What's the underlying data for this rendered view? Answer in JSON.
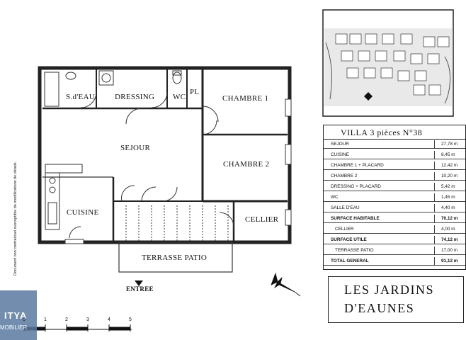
{
  "rooms": {
    "sde": "S.d'EAU",
    "dressing": "DRESSING",
    "wc": "WC",
    "pl": "PL",
    "chambre1": "CHAMBRE 1",
    "sejour": "SEJOUR",
    "chambre2": "CHAMBRE 2",
    "cuisine": "CUISINE",
    "cellier": "CELLIER",
    "terrasse": "TERRASSE PATIO",
    "entree": "ENTREE"
  },
  "side_note": "Document non contractuel susceptible de modifications de détails.",
  "summary": {
    "title": "VILLA 3 pièces N°38",
    "rows": [
      {
        "name": "SEJOUR",
        "value": "27,78 m",
        "style": "normal"
      },
      {
        "name": "CUISINE",
        "value": "8,45 m",
        "style": "normal"
      },
      {
        "name": "CHAMBRE 1 + PLACARD",
        "value": "12,42 m",
        "style": "normal"
      },
      {
        "name": "CHAMBRE 2",
        "value": "10,20 m",
        "style": "normal"
      },
      {
        "name": "DRESSING + PLACARD",
        "value": "5,42 m",
        "style": "normal"
      },
      {
        "name": "WC",
        "value": "1,45 m",
        "style": "normal"
      },
      {
        "name": "SALLE D'EAU",
        "value": "4,40 m",
        "style": "normal"
      },
      {
        "name": "SURFACE HABITABLE",
        "value": "70,12 m",
        "style": "bold"
      },
      {
        "name": "CELLIER",
        "value": "4,00 m",
        "style": "indent"
      },
      {
        "name": "SURFACE UTILE",
        "value": "74,12 m",
        "style": "bold"
      },
      {
        "name": "TERRASSE PATIO",
        "value": "17,00 m",
        "style": "indent"
      },
      {
        "name": "TOTAL GENERAL",
        "value": "91,12 m",
        "style": "bold"
      }
    ]
  },
  "project": {
    "line1": "LES JARDINS",
    "line2": "D'EAUNES"
  },
  "logo": {
    "text1": "ITYA",
    "text2": "MOBILIER"
  },
  "scale": {
    "ticks": [
      "0",
      "1",
      "2",
      "3",
      "4",
      "5"
    ]
  }
}
